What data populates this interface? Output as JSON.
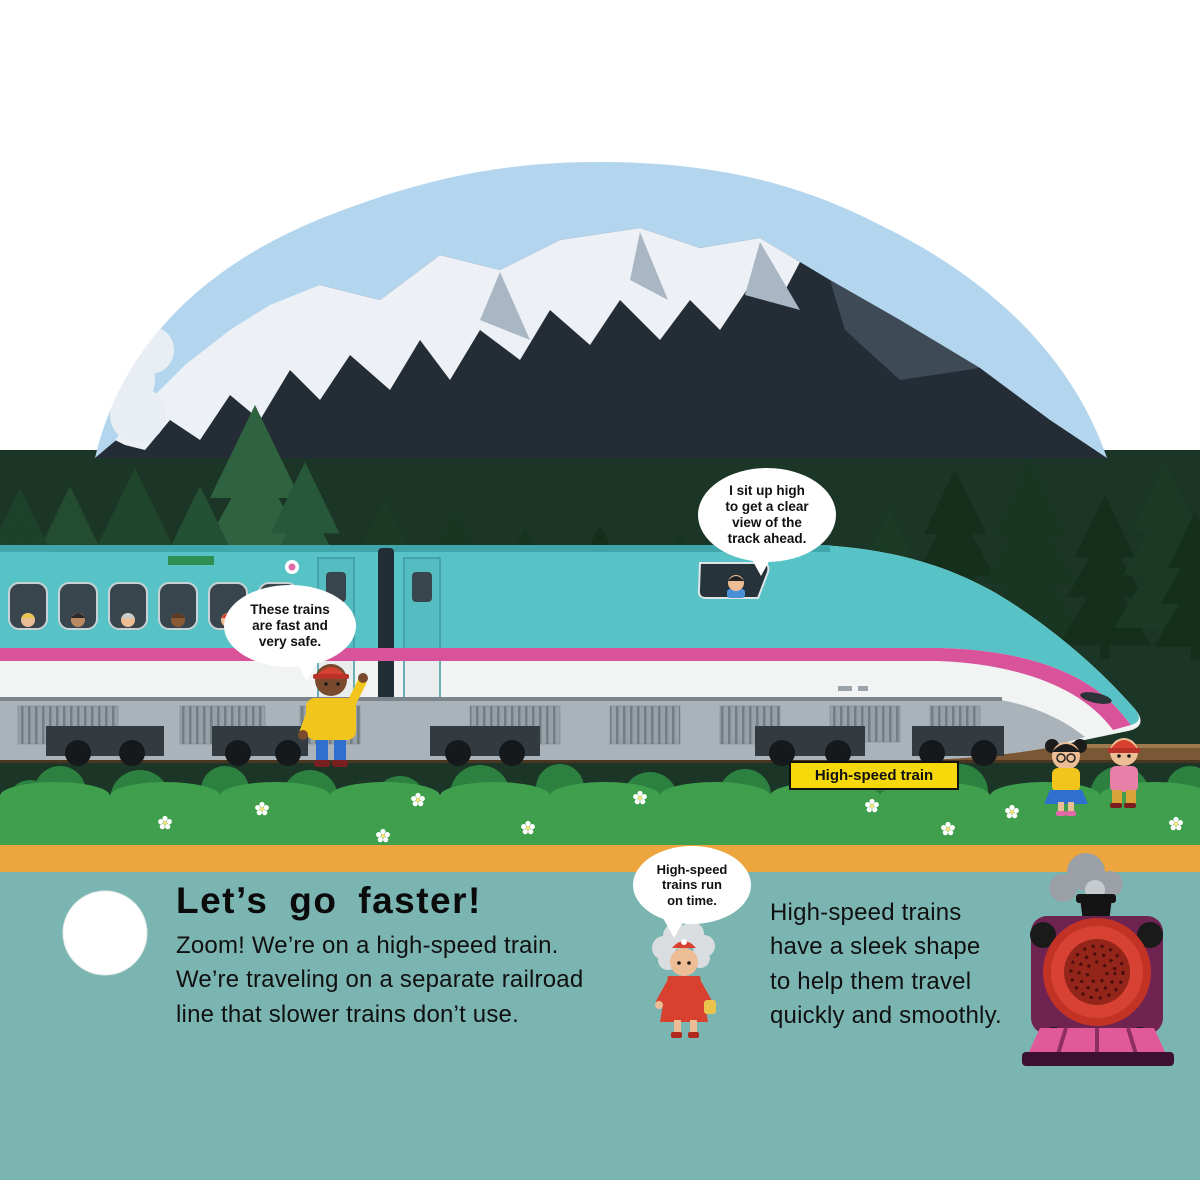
{
  "page": {
    "title": "Let’s go faster!",
    "intro": "Zoom! We’re on a high-speed train.\nWe’re traveling on a separate railroad\nline that slower trains don’t use.",
    "right_text": "High-speed trains\nhave a sleek shape\nto help them travel\nquickly and smoothly."
  },
  "labels": {
    "train_label": "High-speed train"
  },
  "speech_bubbles": [
    {
      "speaker": "train-driver",
      "text": "I sit up high\nto get a clear\nview of the\ntrack ahead."
    },
    {
      "speaker": "waving-boy",
      "text": "These trains\nare fast and\nvery safe."
    },
    {
      "speaker": "grandma",
      "text": "High-speed\ntrains run\non time."
    }
  ],
  "colors": {
    "sky": "#b3d6ee",
    "mountain": "#242c35",
    "snow": "#edf1f6",
    "forest": "#1b3527",
    "grass": "#3f9f4d",
    "train_teal": "#57c3c7",
    "train_stripe_pink": "#d9539b",
    "train_body_white": "#f2f4f4",
    "label_yellow": "#f6d90b",
    "stripe_orange": "#eda63e",
    "bottom_band_teal": "#7bb5b2",
    "toy_train_red": "#d84234"
  }
}
